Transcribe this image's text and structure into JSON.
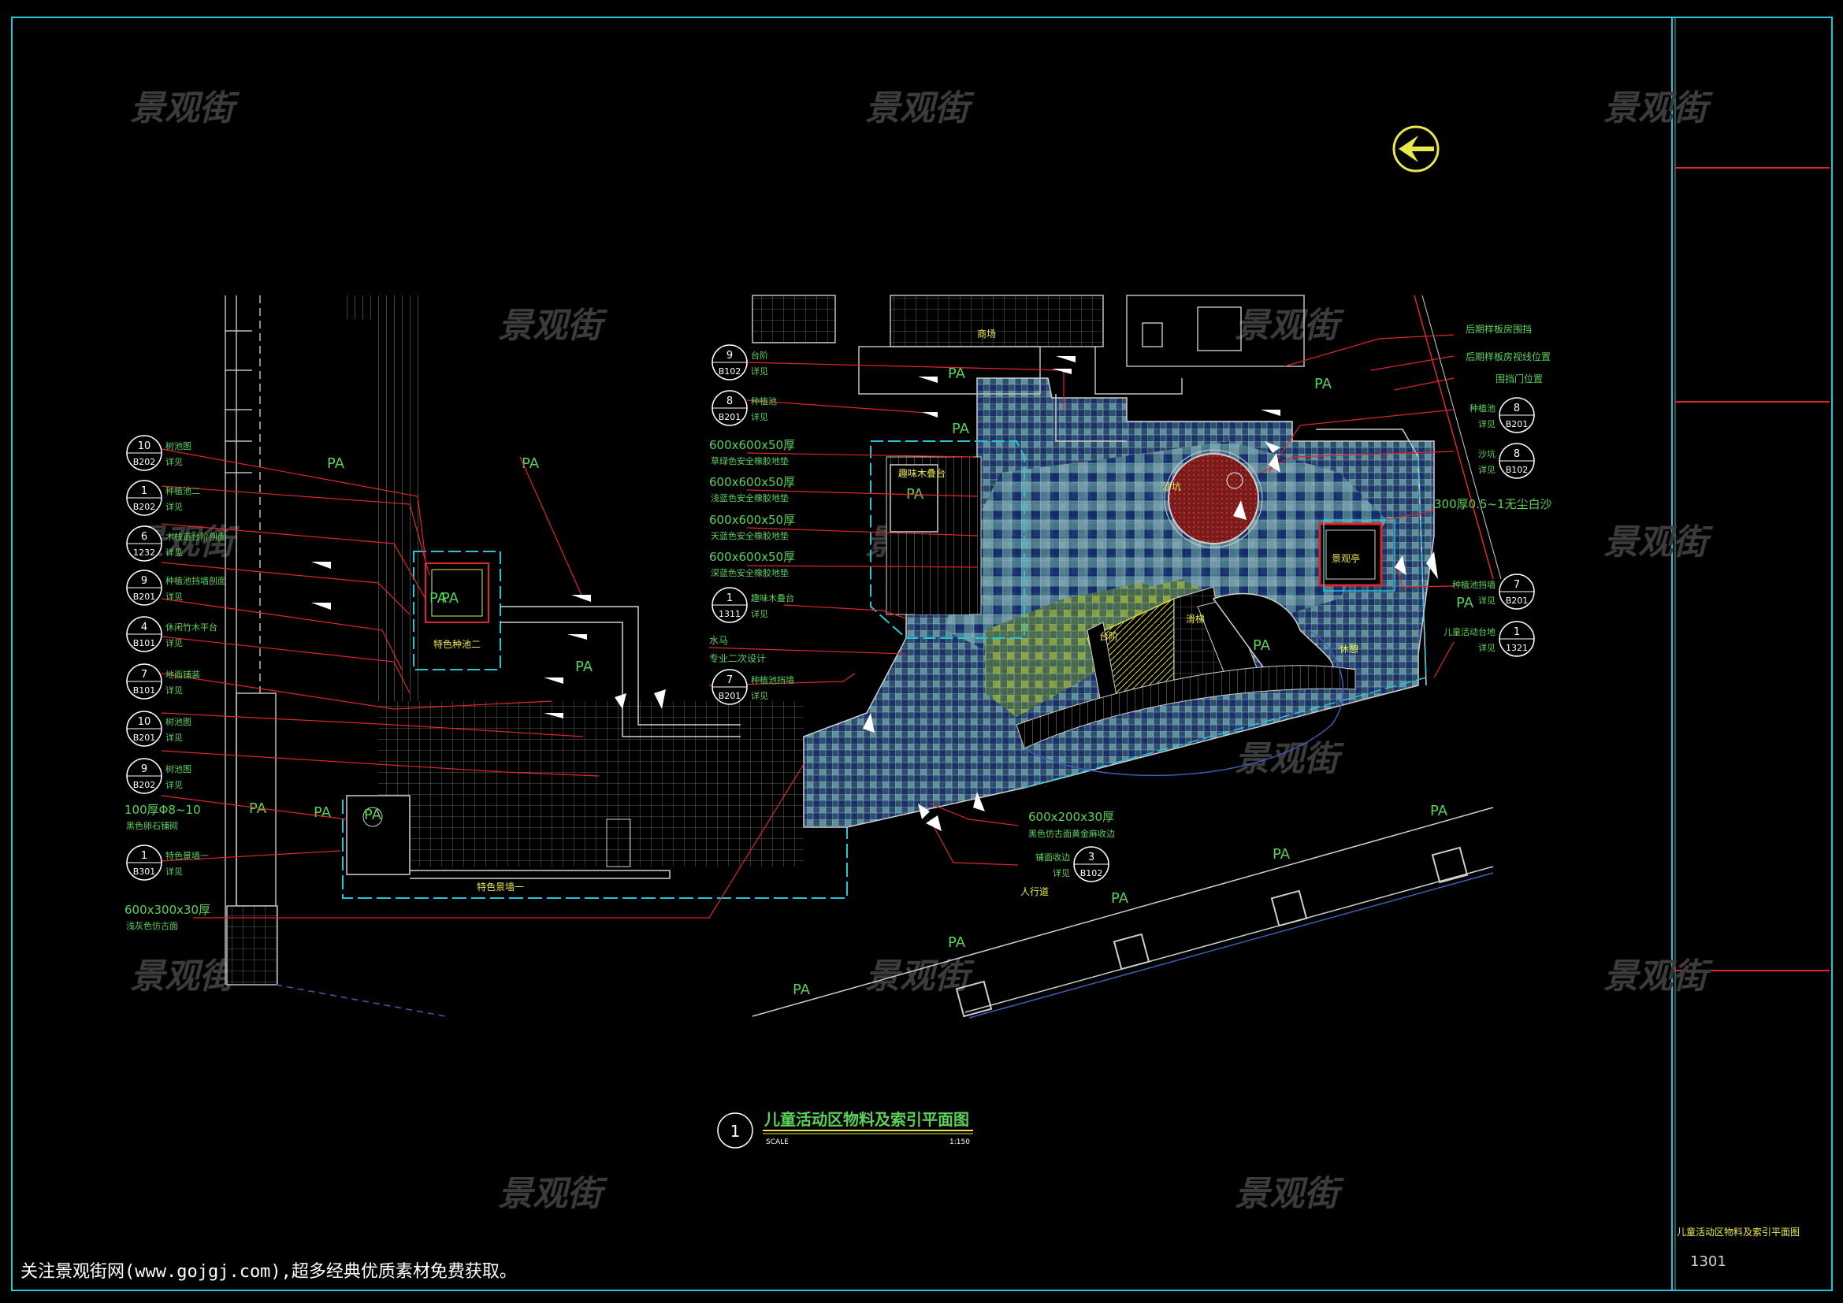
{
  "watermark": "景观街",
  "drawing": {
    "title": "儿童活动区物料及索引平面图",
    "number": "1",
    "scale_label": "SCALE",
    "scale_value": "1:150",
    "sheet_title": "儿童活动区物料及索引平面图",
    "sheet_number": "1301"
  },
  "left_callouts": [
    {
      "n": "10",
      "sheet": "B202",
      "text": "树池图",
      "sub": "详见"
    },
    {
      "n": "1",
      "sheet": "B202",
      "text": "种植池二",
      "sub": "详见"
    },
    {
      "n": "6",
      "sheet": "1232",
      "text": "木栈道台阶剖面",
      "sub": "详见"
    },
    {
      "n": "9",
      "sheet": "B201",
      "text": "种植池挡墙剖面",
      "sub": "详见"
    },
    {
      "n": "4",
      "sheet": "B101",
      "text": "休闲竹木平台",
      "sub": "详见"
    },
    {
      "n": "7",
      "sheet": "B101",
      "text": "地面铺装",
      "sub": "详见"
    },
    {
      "n": "10",
      "sheet": "B201",
      "text": "树池图",
      "sub": "详见"
    },
    {
      "n": "9",
      "sheet": "B202",
      "text": "树池图",
      "sub": "详见"
    },
    {
      "n": "1",
      "sheet": "B301",
      "text": "特色景墙一",
      "sub": "详见"
    }
  ],
  "left_materials": [
    {
      "spec": "100厚Φ8~10",
      "desc": "黑色卵石铺砌"
    },
    {
      "spec": "600x300x30厚",
      "desc": "浅灰色仿古面"
    }
  ],
  "center_callouts": [
    {
      "n": "9",
      "sheet": "B102",
      "text": "台阶",
      "sub": "详见"
    },
    {
      "n": "8",
      "sheet": "B201",
      "text": "种植池",
      "sub": "详见"
    },
    {
      "n": "1",
      "sheet": "1311",
      "text": "趣味木叠台",
      "sub": "详见"
    },
    {
      "n": "7",
      "sheet": "B201",
      "text": "种植池挡墙",
      "sub": "详见"
    }
  ],
  "center_materials": [
    {
      "spec": "600x600x50厚",
      "desc": "草绿色安全橡胶地垫"
    },
    {
      "spec": "600x600x50厚",
      "desc": "浅蓝色安全橡胶地垫"
    },
    {
      "spec": "600x600x50厚",
      "desc": "天蓝色安全橡胶地垫"
    },
    {
      "spec": "600x600x50厚",
      "desc": "深蓝色安全橡胶地垫"
    }
  ],
  "center_notes": [
    "水马",
    "专业二次设计"
  ],
  "right_notes": [
    "后期样板房围挡",
    "后期样板房视线位置",
    "围挡门位置"
  ],
  "right_callouts": [
    {
      "n": "8",
      "sheet": "B201",
      "text": "种植池",
      "sub": "详见"
    },
    {
      "n": "8",
      "sheet": "B102",
      "text": "沙坑",
      "sub": "详见"
    },
    {
      "n": "7",
      "sheet": "B201",
      "text": "种植池挡墙",
      "sub": "详见"
    },
    {
      "n": "1",
      "sheet": "1321",
      "text": "儿童活动台地",
      "sub": "详见"
    }
  ],
  "right_material": "300厚0.5~1无尘白沙",
  "bottom_callouts": [
    {
      "spec": "600x200x30厚",
      "desc": "黑色仿古面黄金麻收边"
    },
    {
      "n": "3",
      "sheet": "B102",
      "text": "铺面收边",
      "sub": "详见"
    }
  ],
  "plan_labels": {
    "pa": "PA",
    "feature_wall": "特色景墙一",
    "planter": "特色种池二",
    "wood_deck": "趣味木叠台",
    "sandpit": "沙坑",
    "pavilion": "景观亭",
    "sidewalk": "人行道",
    "entrance": "商场",
    "steps": "台阶",
    "slide": "滑梯",
    "rest": "休憩"
  },
  "footer_note": "关注景观街网(www.gojgj.com),超多经典优质素材免费获取。"
}
